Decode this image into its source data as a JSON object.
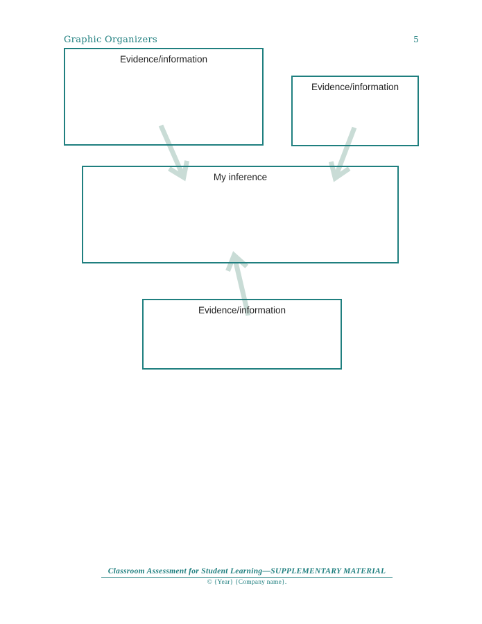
{
  "header": {
    "title": "Graphic Organizers",
    "page_number": "5"
  },
  "organizer": {
    "boxes": [
      {
        "id": "evidence-top-left",
        "label": "Evidence/information"
      },
      {
        "id": "evidence-top-right",
        "label": "Evidence/information"
      },
      {
        "id": "inference",
        "label": "My inference"
      },
      {
        "id": "evidence-bottom",
        "label": "Evidence/information"
      }
    ],
    "arrows": [
      {
        "id": "arrow-top-left-to-inference",
        "direction": "down-right"
      },
      {
        "id": "arrow-top-right-to-inference",
        "direction": "down-left"
      },
      {
        "id": "arrow-bottom-to-inference",
        "direction": "up"
      }
    ]
  },
  "footer": {
    "title": "Classroom Assessment for Student Learning—SUPPLEMENTARY MATERIAL",
    "copyright": "© {Year} {Company name}."
  },
  "colors": {
    "accent": "#1f7f7f",
    "arrow": "#c9dcd6",
    "ink": "#222222"
  }
}
